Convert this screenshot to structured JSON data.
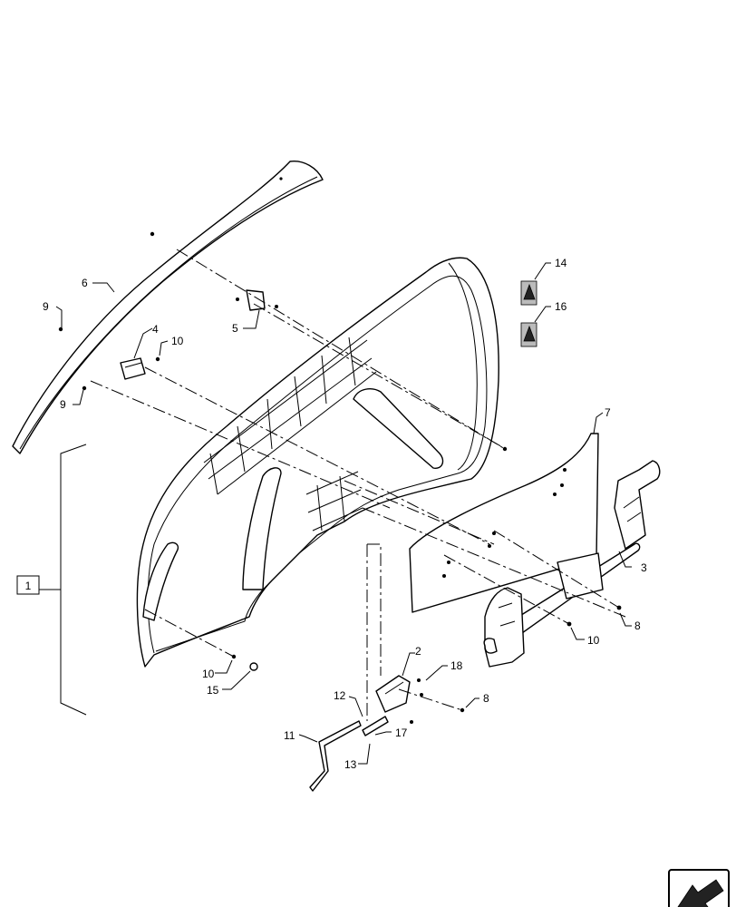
{
  "callouts": {
    "c1": "1",
    "c2": "2",
    "c3": "3",
    "c4": "4",
    "c5": "5",
    "c6": "6",
    "c7": "7",
    "c8a": "8",
    "c8b": "8",
    "c9a": "9",
    "c9b": "9",
    "c10a": "10",
    "c10b": "10",
    "c10c": "10",
    "c11": "11",
    "c12": "12",
    "c13": "13",
    "c14": "14",
    "c15": "15",
    "c16": "16",
    "c17": "17",
    "c18": "18"
  },
  "icons": {
    "nav": "next-page-arrow-icon"
  }
}
